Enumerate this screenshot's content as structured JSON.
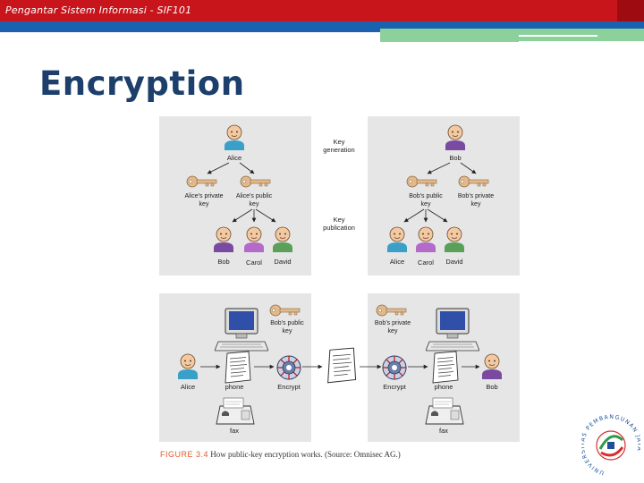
{
  "header": {
    "course_label": "Pengantar Sistem Informasi - SIF101"
  },
  "slide": {
    "title": "Encryption"
  },
  "figure": {
    "top_labels": {
      "key_generation": [
        "Key",
        "generation"
      ],
      "key_publication": [
        "Key",
        "publication"
      ],
      "alice": "Alice",
      "bob": "Bob",
      "alice_private_key": [
        "Alice's private",
        "key"
      ],
      "alice_public_key": [
        "Alice's public",
        "key"
      ],
      "bob_public_key": [
        "Bob's public",
        "key"
      ],
      "bob_private_key": [
        "Bob's private",
        "key"
      ],
      "left_recipients": [
        "Bob",
        "Carol",
        "David"
      ],
      "right_recipients": [
        "Alice",
        "Carol",
        "David"
      ]
    },
    "bottom_labels": {
      "bob_public_key": [
        "Bob's public",
        "key"
      ],
      "bob_private_key": [
        "Bob's private",
        "key"
      ],
      "alice": "Alice",
      "phone_left": "phone",
      "encrypt_left": "Encrypt",
      "encrypt_right": "Encrypt",
      "phone_right": "phone",
      "bob": "Bob",
      "fax_left": "fax",
      "fax_right": "fax"
    },
    "caption_label": "FIGURE 3.4",
    "caption_text": "How public-key encryption works. (Source: Omnisec AG.)"
  },
  "logo": {
    "ring_text": "UNIVERSITAS PEMBANGUNAN JAYA"
  },
  "colors": {
    "top_bar": "#c8141b",
    "blue_band": "#1a62b0",
    "green_band": "#8cd19c",
    "title": "#1d3f6b",
    "panel": "#e6e6e6",
    "key": "#e2b98a"
  }
}
